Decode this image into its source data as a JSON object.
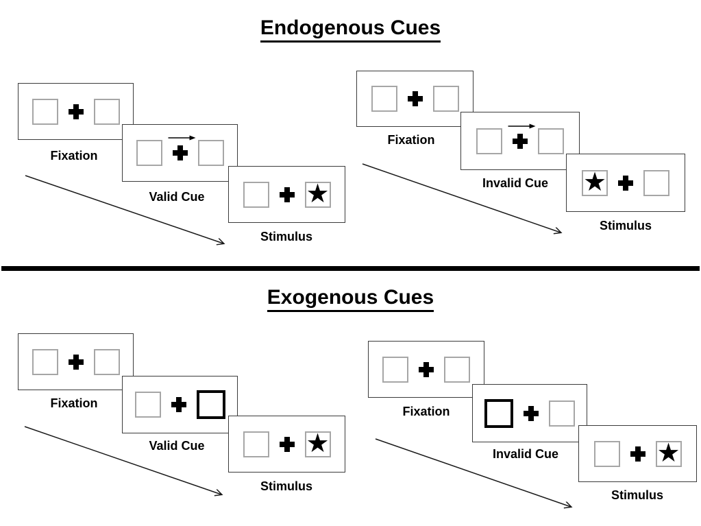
{
  "sections": [
    {
      "title": "Endogenous Cues",
      "cue_type": "central-arrow",
      "sequences": [
        {
          "name": "valid",
          "panels": [
            {
              "type": "fixation",
              "label": "Fixation"
            },
            {
              "type": "cue",
              "label": "Valid Cue",
              "cue_symbol": "arrow-right"
            },
            {
              "type": "stimulus",
              "label": "Stimulus",
              "star_side": "right",
              "star_glyph": "★"
            }
          ]
        },
        {
          "name": "invalid",
          "panels": [
            {
              "type": "fixation",
              "label": "Fixation"
            },
            {
              "type": "cue",
              "label": "Invalid Cue",
              "cue_symbol": "arrow-right"
            },
            {
              "type": "stimulus",
              "label": "Stimulus",
              "star_side": "left",
              "star_glyph": "★"
            }
          ]
        }
      ]
    },
    {
      "title": "Exogenous Cues",
      "cue_type": "peripheral-box-highlight",
      "sequences": [
        {
          "name": "valid",
          "panels": [
            {
              "type": "fixation",
              "label": "Fixation"
            },
            {
              "type": "cue",
              "label": "Valid Cue",
              "cue_symbol": "bold-box-right"
            },
            {
              "type": "stimulus",
              "label": "Stimulus",
              "star_side": "right",
              "star_glyph": "★"
            }
          ]
        },
        {
          "name": "invalid",
          "panels": [
            {
              "type": "fixation",
              "label": "Fixation"
            },
            {
              "type": "cue",
              "label": "Invalid Cue",
              "cue_symbol": "bold-box-left"
            },
            {
              "type": "stimulus",
              "label": "Stimulus",
              "star_side": "right",
              "star_glyph": "★"
            }
          ]
        }
      ]
    }
  ],
  "colors": {
    "background": "#ffffff",
    "panel_border": "#3a3a3a",
    "placeholder_box_border": "#a6a6a6",
    "ink": "#000000"
  }
}
